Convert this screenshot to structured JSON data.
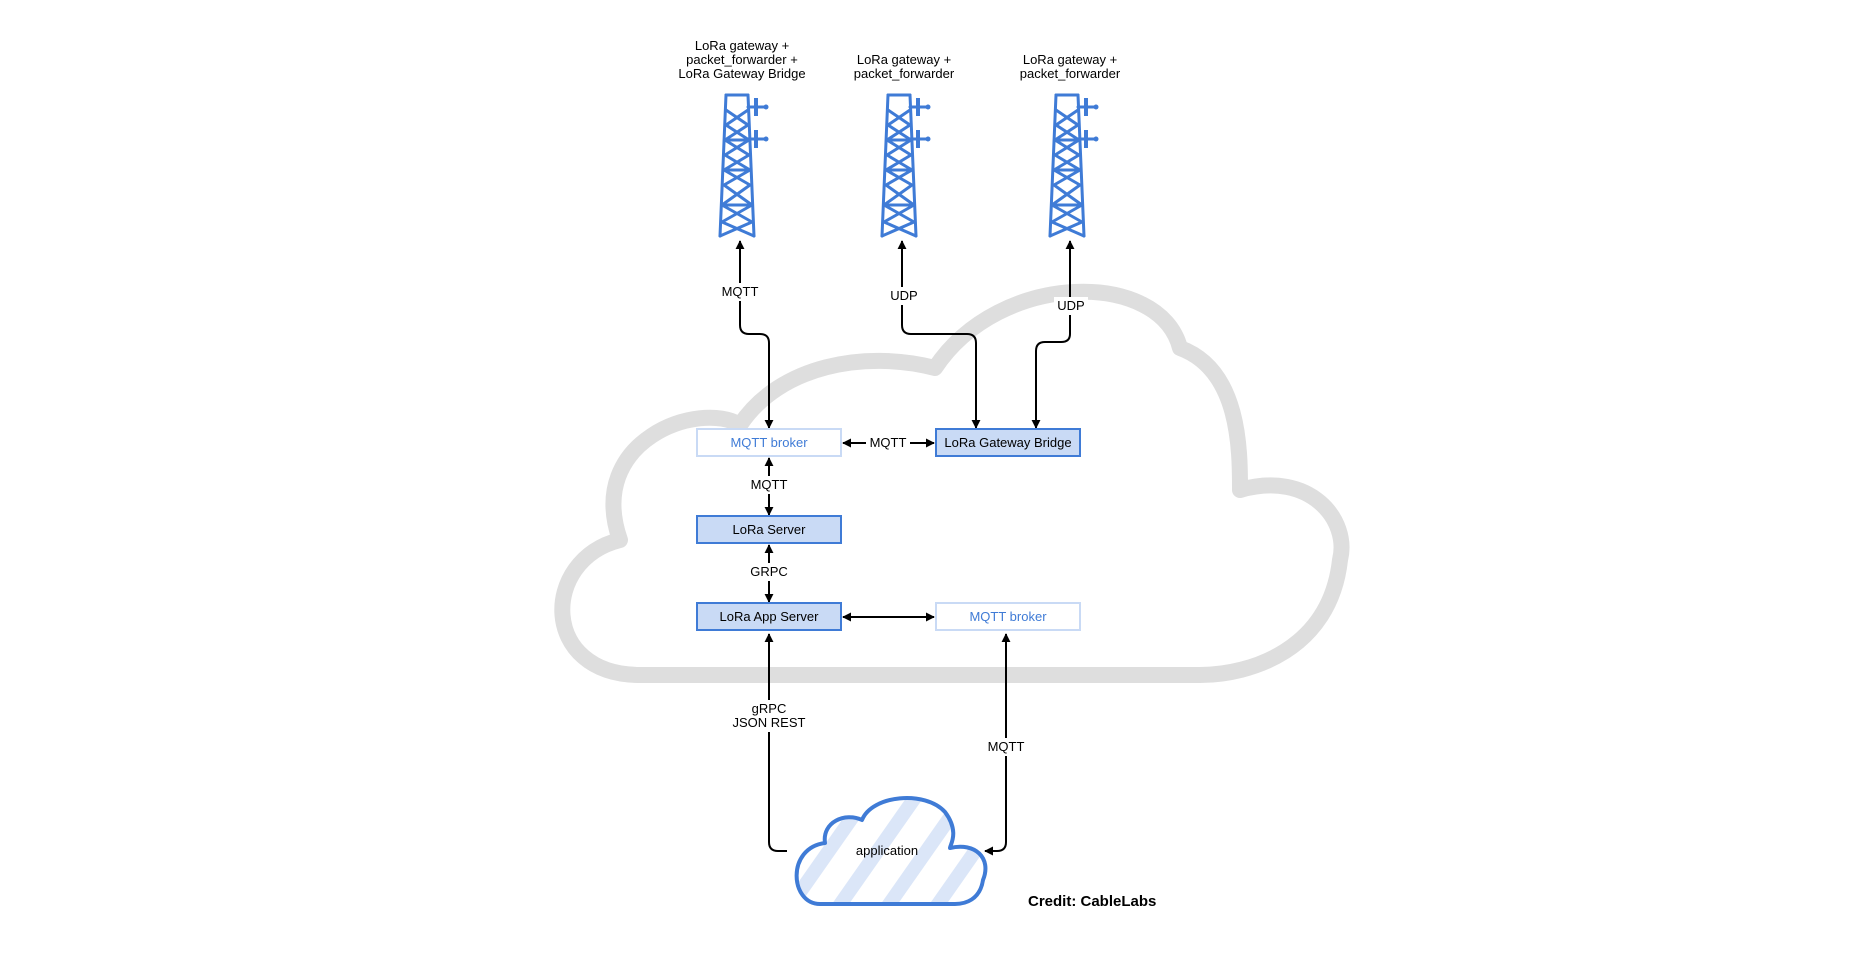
{
  "colors": {
    "accent": "#3f7bd6",
    "node_fill": "#c9daf5",
    "node_border": "#3f7bd6",
    "node_fill_light": "#ffffff",
    "node_border_light": "#c9daf5",
    "cloud_stroke": "#dedede"
  },
  "gateways": [
    {
      "label": [
        "LoRa gateway +",
        "packet_forwarder +",
        "LoRa Gateway Bridge"
      ]
    },
    {
      "label": [
        "LoRa gateway +",
        "packet_forwarder"
      ]
    },
    {
      "label": [
        "LoRa gateway +",
        "packet_forwarder"
      ]
    }
  ],
  "nodes": {
    "mqtt_broker_top": "MQTT broker",
    "lora_gateway_bridge": "LoRa Gateway Bridge",
    "lora_server": "LoRa Server",
    "lora_app_server": "LoRa App Server",
    "mqtt_broker_bottom": "MQTT broker",
    "application": "application"
  },
  "edges": {
    "gw1_broker": "MQTT",
    "gw2_bridge": "UDP",
    "gw3_bridge": "UDP",
    "broker_bridge": "MQTT",
    "broker_server": "MQTT",
    "server_appserver": "GRPC",
    "appserver_app": [
      "gRPC",
      "JSON REST"
    ],
    "broker2_app": "MQTT"
  },
  "credit": "Credit: CableLabs",
  "icons": [
    "tower-icon",
    "cloud-icon",
    "arrow-icon"
  ]
}
